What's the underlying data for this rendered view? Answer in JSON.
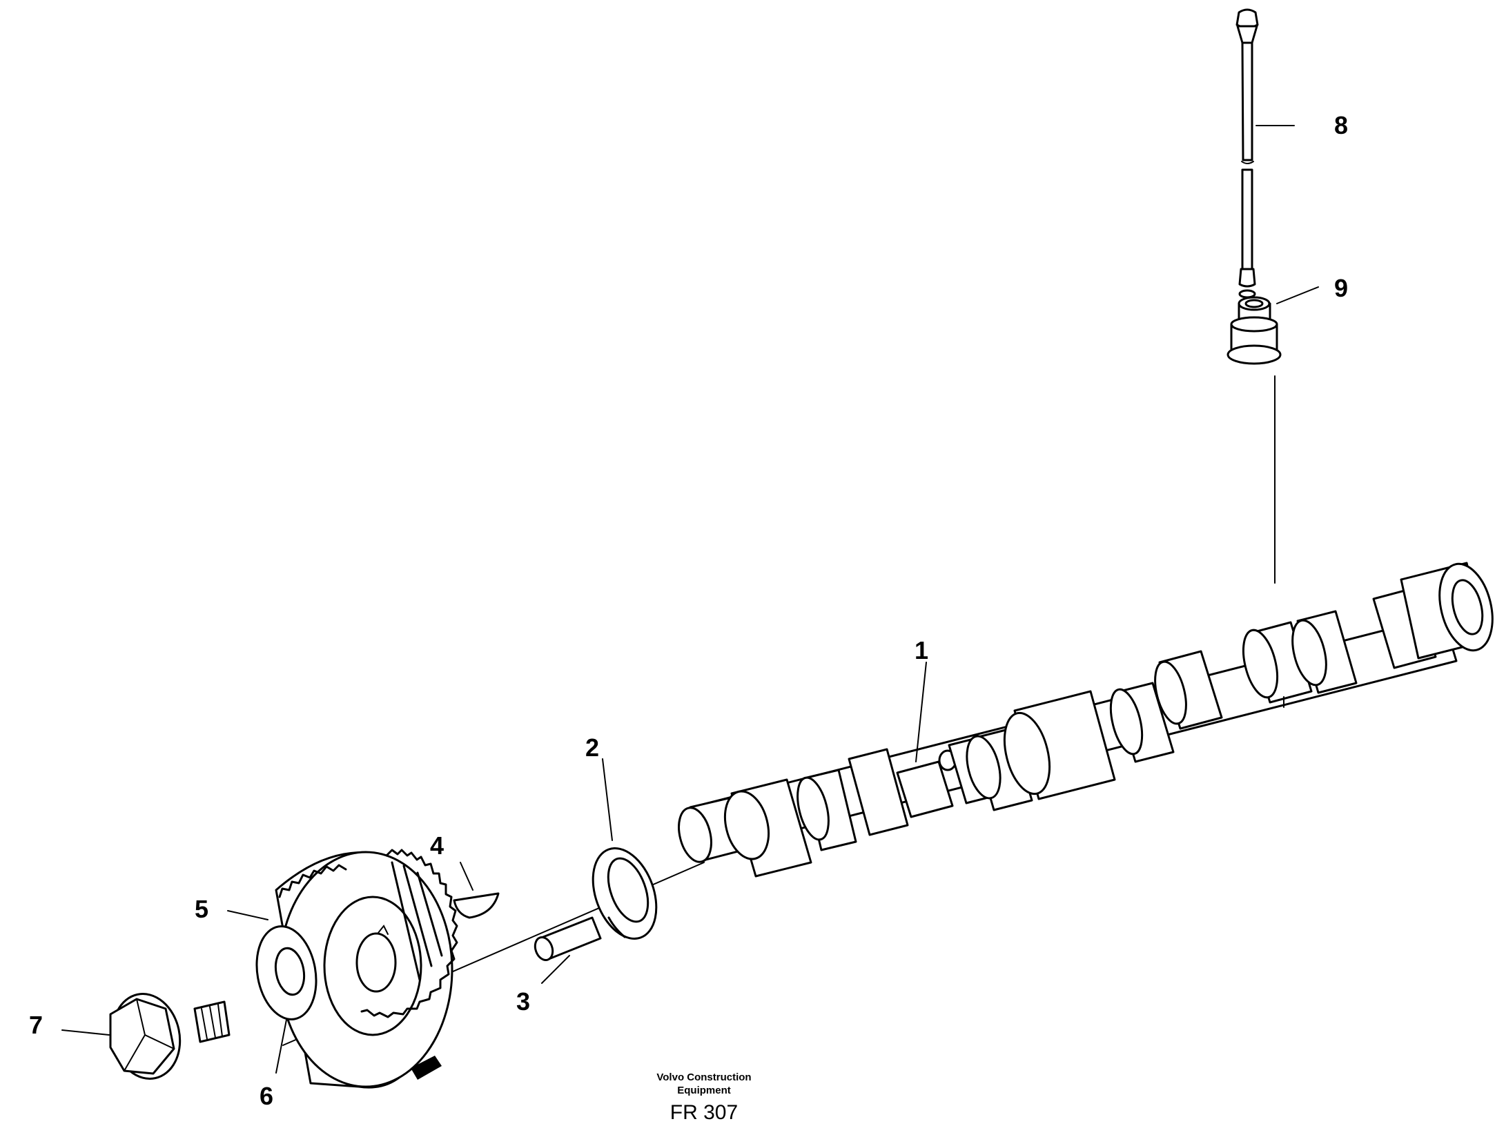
{
  "callouts": {
    "c1": "1",
    "c2": "2",
    "c3": "3",
    "c4": "4",
    "c5": "5",
    "c6": "6",
    "c7": "7",
    "c8": "8",
    "c9": "9"
  },
  "footer": {
    "credit_line1": "Volvo Construction",
    "credit_line2": "Equipment",
    "figure_code": "FR 307"
  }
}
